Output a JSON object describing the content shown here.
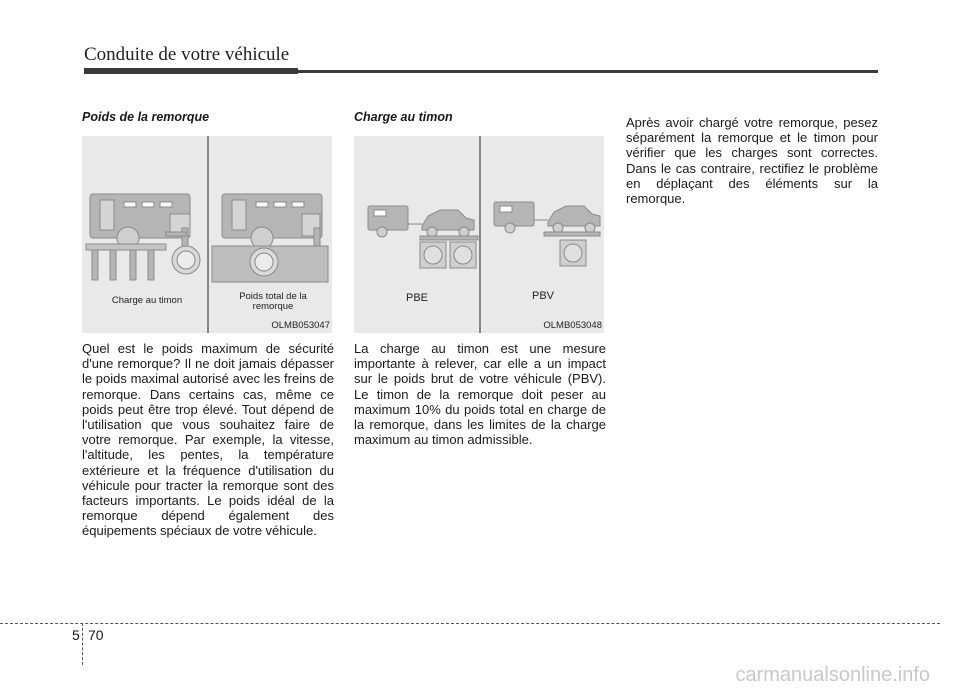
{
  "header": {
    "title": "Conduite de votre véhicule"
  },
  "column1": {
    "title": "Poids de la remorque",
    "figure": {
      "code": "OLMB053047",
      "label_left": "Charge au timon",
      "label_right_line1": "Poids total de la",
      "label_right_line2": "remorque"
    },
    "body": "Quel est le poids maximum de sécurité d'une remorque? Il ne doit jamais dépasser le poids maximal autorisé avec les freins de remorque. Dans certains cas, même ce poids peut être trop élevé. Tout dépend de l'utilisation que vous souhaitez faire de votre remorque. Par exemple, la vitesse, l'altitude, les pentes, la température extérieure et la fréquence d'utilisation du véhicule pour tracter la remorque sont des facteurs importants. Le poids idéal de la remorque dépend également des équipements spéciaux de votre véhicule."
  },
  "column2": {
    "title": "Charge au timon",
    "figure": {
      "code": "OLMB053048",
      "label_left": "PBE",
      "label_right": "PBV"
    },
    "body": "La charge au timon est une mesure importante à relever, car elle a un impact sur le poids brut de votre véhicule (PBV). Le timon de la remorque doit peser au maximum 10% du poids total en charge de la remorque, dans les limites de la charge maximum au timon admissible."
  },
  "column3": {
    "body": "Après avoir chargé votre remorque, pesez séparément la remorque et le timon pour vérifier que les charges sont correctes. Dans le cas contraire, rectifiez le problème en déplaçant des éléments sur la remorque."
  },
  "footer": {
    "section": "5",
    "page": "70"
  },
  "watermark": "carmanualsonline.info"
}
